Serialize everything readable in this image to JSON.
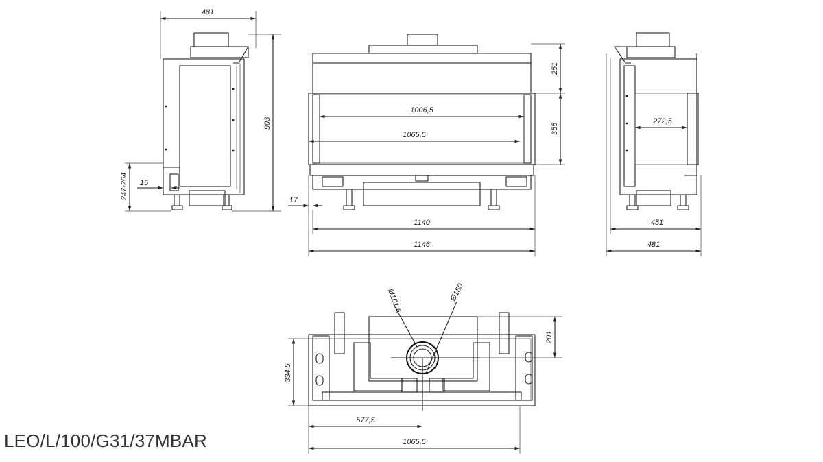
{
  "model_code": "LEO/L/100/G31/37MBAR",
  "colors": {
    "line": "#222222",
    "background": "#ffffff"
  },
  "side_view_left": {
    "width_top": "481",
    "height_total": "903",
    "leg_height": "247-264",
    "inset": "15"
  },
  "front_view": {
    "top_section": "251",
    "glass_height": "355",
    "glass_inner_width": "1006,5",
    "glass_outer_width": "1065,5",
    "side_offset": "17",
    "body_width": "1140",
    "total_width": "1146"
  },
  "side_view_right": {
    "glass_depth": "272,5",
    "base_width": "451",
    "total_width": "481"
  },
  "top_view": {
    "outlet_inner": "Ø101,6",
    "outlet_outer": "Ø150",
    "outlet_offset": "201",
    "depth": "334,5",
    "outlet_x": "577,5",
    "width": "1065,5"
  }
}
